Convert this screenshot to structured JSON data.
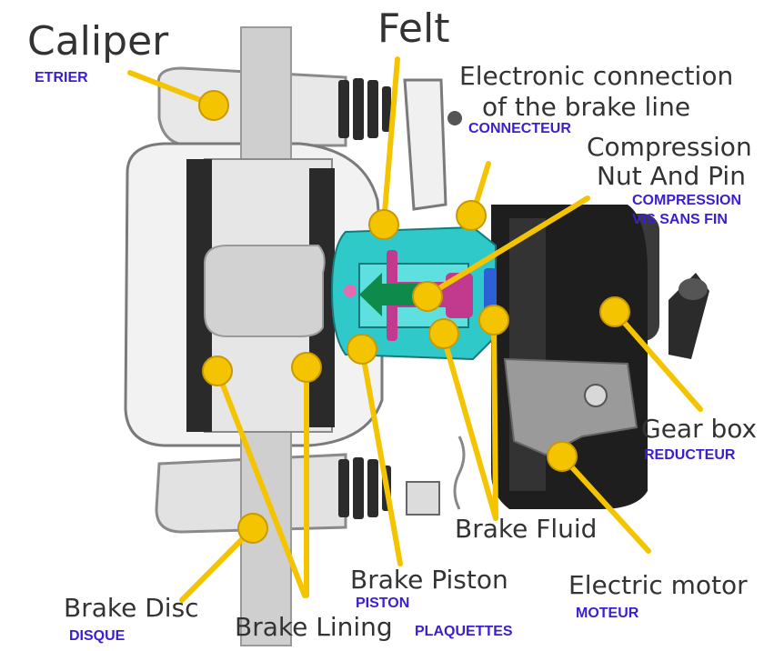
{
  "labels": {
    "caliper": {
      "en": "Caliper",
      "fr": "ETRIER"
    },
    "felt": {
      "en": "Felt"
    },
    "connection": {
      "en_line1": "Electronic connection",
      "en_line2": "of the brake line",
      "fr": "CONNECTEUR"
    },
    "compression": {
      "en_line1": "Compression",
      "en_line2": "Nut And Pin",
      "fr_line1": "COMPRESSION",
      "fr_line2": "VIS SANS FIN"
    },
    "gearbox": {
      "en": "Gear box",
      "fr": "REDUCTEUR"
    },
    "brake_fluid": {
      "en": "Brake Fluid"
    },
    "electric_motor": {
      "en": "Electric motor",
      "fr": "MOTEUR"
    },
    "brake_piston": {
      "en": "Brake Piston",
      "fr": "PISTON"
    },
    "brake_disc": {
      "en": "Brake Disc",
      "fr": "DISQUE"
    },
    "brake_lining": {
      "en": "Brake Lining",
      "fr": "PLAQUETTES"
    }
  },
  "colors": {
    "leader": "#f5c400",
    "french_label": "#3a1fd1",
    "english_label": "#333333",
    "piston_body": "#2fc9c9",
    "pin": "#c23a8e",
    "arrow": "#0e8a4a",
    "motor": "#1c1c1c"
  }
}
